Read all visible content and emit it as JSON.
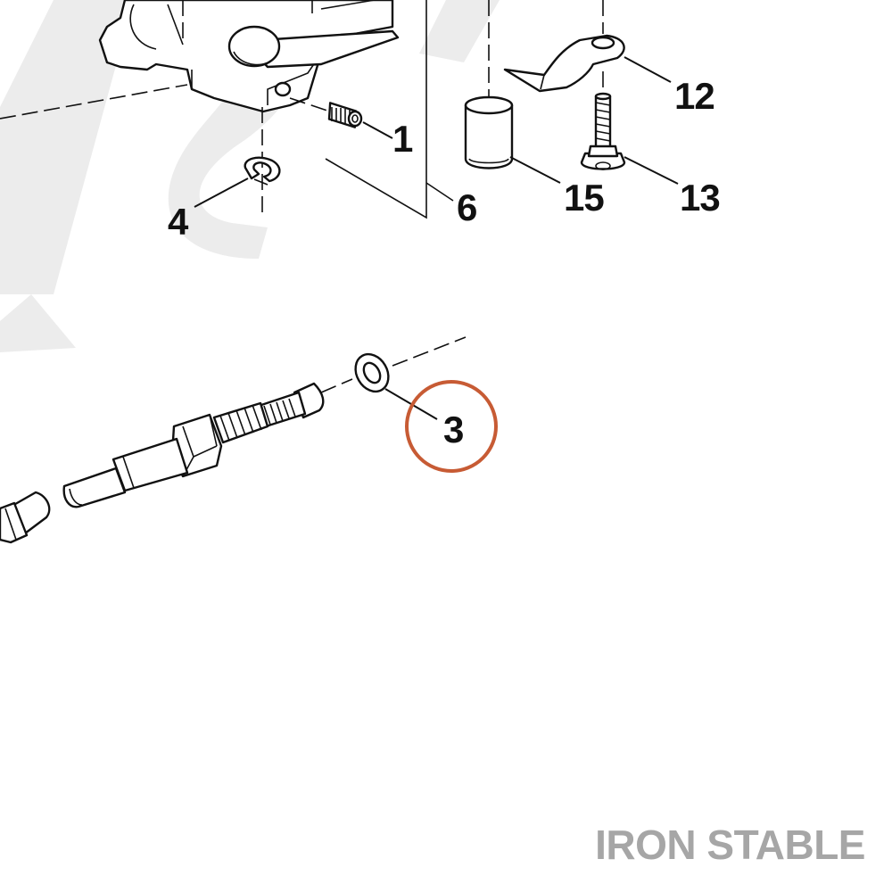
{
  "callouts": {
    "c1": "1",
    "c3": "3",
    "c4": "4",
    "c6": "6",
    "c12": "12",
    "c13": "13",
    "c15": "15"
  },
  "highlighted_callout": "3",
  "brand": "IRON STABLE",
  "colors": {
    "highlight_circle": "#c75b34",
    "brand_text": "#a6a6a6",
    "line_art": "#111111",
    "watermark": "#ececec"
  }
}
